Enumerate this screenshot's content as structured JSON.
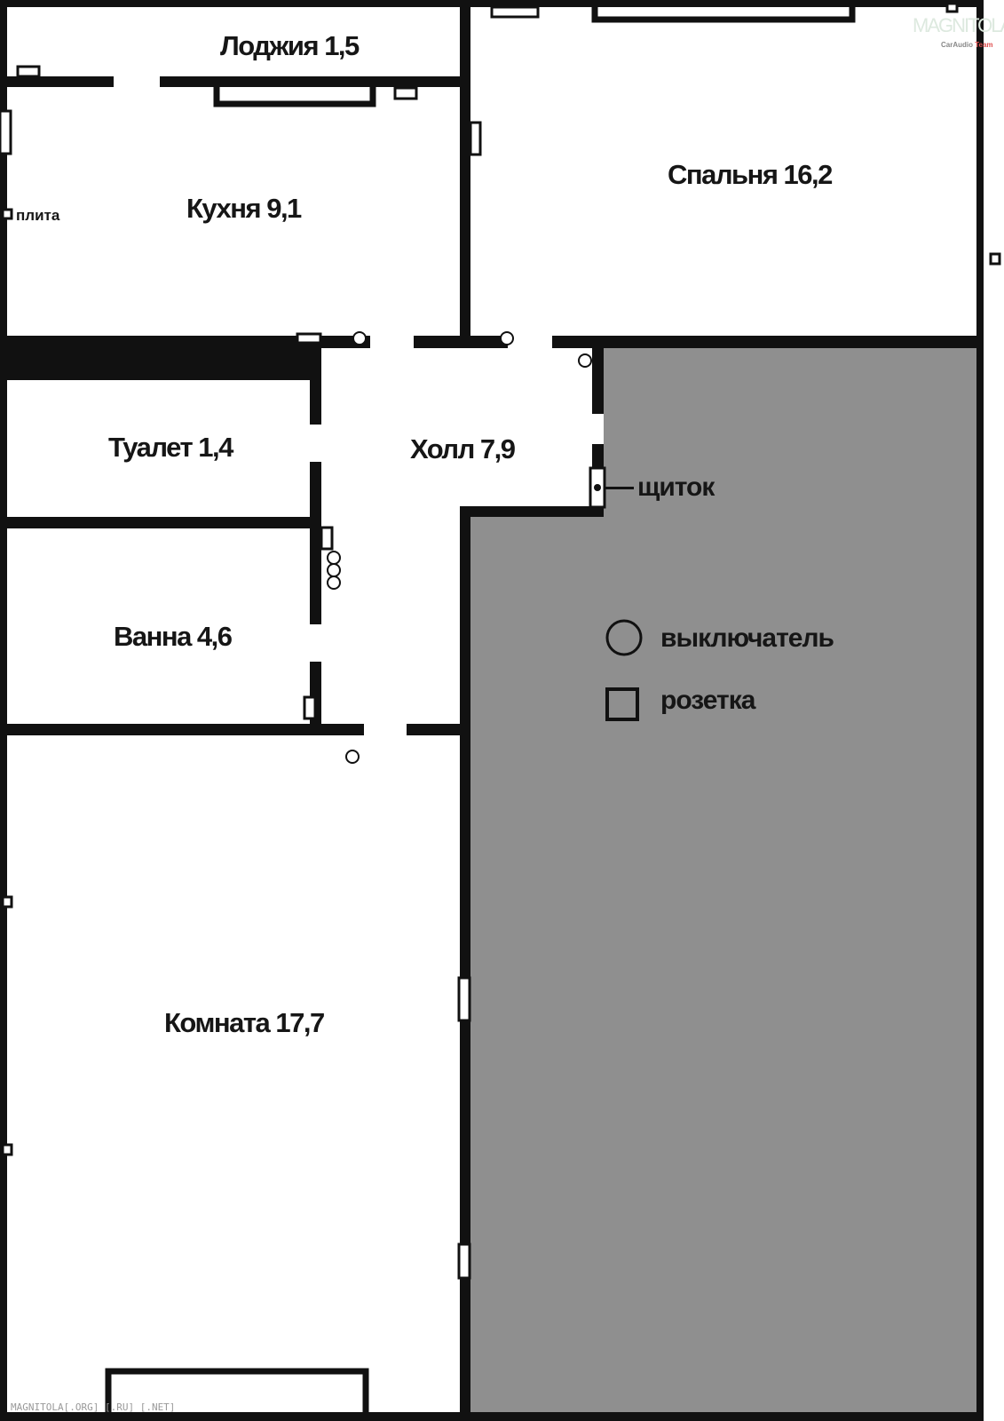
{
  "rooms": {
    "loggia": "Лоджия 1,5",
    "kitchen": "Кухня 9,1",
    "bedroom": "Спальня 16,2",
    "toilet": "Туалет 1,4",
    "hall": "Холл 7,9",
    "bath": "Ванна 4,6",
    "room": "Комната 17,7"
  },
  "labels": {
    "stove": "плита",
    "panel": "щиток"
  },
  "legend": {
    "switch": "выключатель",
    "outlet": "розетка"
  },
  "logo": {
    "name": "MAGNITOLA",
    "sub": "CarAudio",
    "sub2": "Team"
  },
  "watermark": "MAGNITOLA[.ORG] [.RU] [.NET]",
  "colors": {
    "wall": "#111111",
    "unused": "#8f8f8f",
    "logo_accent": "#e05050"
  }
}
